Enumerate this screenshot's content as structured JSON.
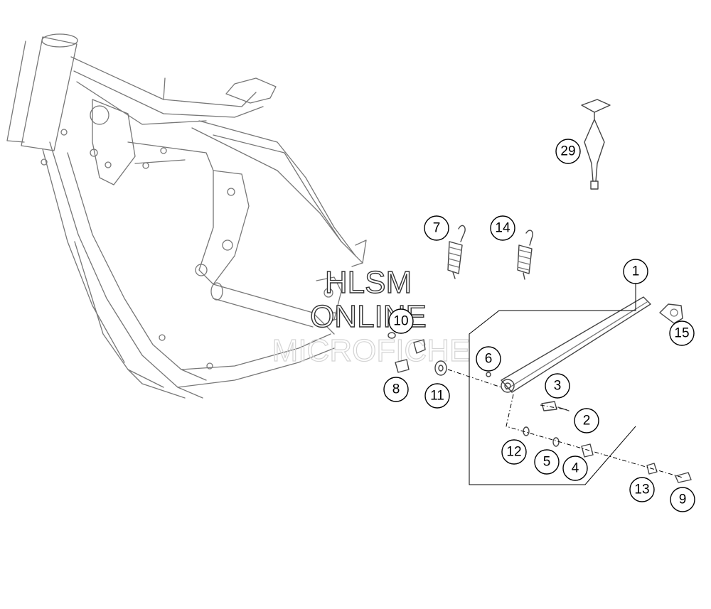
{
  "watermark": {
    "line1": "HLSM",
    "line2": "ONLINE",
    "line3": "MICROFICHE"
  },
  "callouts": [
    {
      "id": "c1",
      "label": "1"
    },
    {
      "id": "c2",
      "label": "2"
    },
    {
      "id": "c3",
      "label": "3"
    },
    {
      "id": "c4",
      "label": "4"
    },
    {
      "id": "c5",
      "label": "5"
    },
    {
      "id": "c6",
      "label": "6"
    },
    {
      "id": "c7",
      "label": "7"
    },
    {
      "id": "c8",
      "label": "8"
    },
    {
      "id": "c9",
      "label": "9"
    },
    {
      "id": "c10",
      "label": "10"
    },
    {
      "id": "c11",
      "label": "11"
    },
    {
      "id": "c12",
      "label": "12"
    },
    {
      "id": "c13",
      "label": "13"
    },
    {
      "id": "c14",
      "label": "14"
    },
    {
      "id": "c15",
      "label": "15"
    },
    {
      "id": "c29",
      "label": "29"
    }
  ]
}
